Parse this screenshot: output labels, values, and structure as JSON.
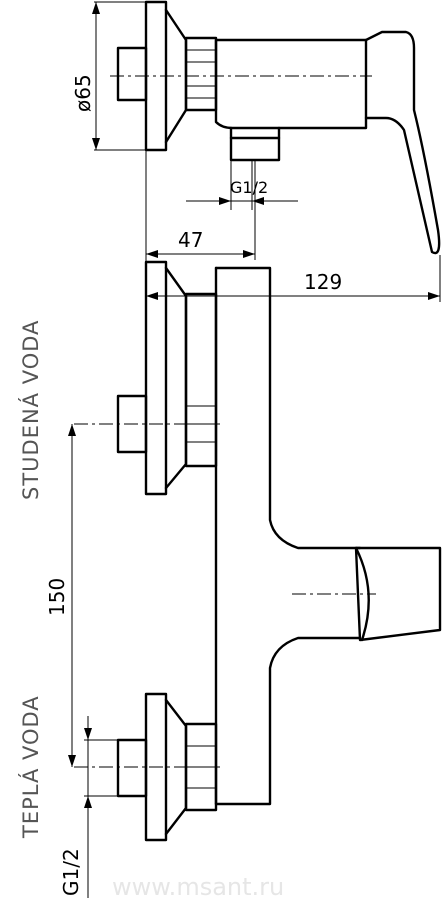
{
  "dimensions": {
    "diameter": "ø65",
    "thread_top": "G1/2",
    "depth_47": "47",
    "depth_129": "129",
    "spacing_150": "150",
    "thread_bottom": "G1/2"
  },
  "labels": {
    "cold_water": "STUDENÁ VODA",
    "hot_water": "TEPLÁ VODA"
  },
  "watermark": "www.msant.ru"
}
